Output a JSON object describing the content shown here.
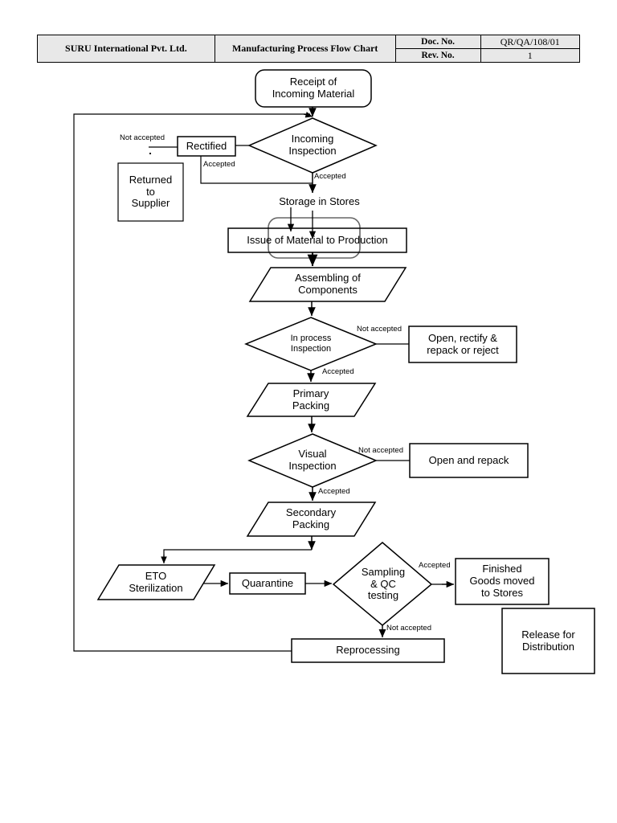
{
  "header": {
    "company": "SURU International Pvt. Ltd.",
    "document_title": "Manufacturing Process Flow Chart",
    "doc_no_label": "Doc. No.",
    "doc_no_value": "QR/QA/108/01",
    "rev_no_label": "Rev. No.",
    "rev_no_value": "1"
  },
  "flowchart": {
    "nodes": {
      "receipt": "Receipt of\nIncoming Material",
      "incoming_inspection": "Incoming\nInspection",
      "rectified": "Rectified",
      "returned_to_supplier": "Returned\nto\nSupplier",
      "storage_in_stores": "Storage in Stores",
      "issue_of_material": "Issue of Material to Production",
      "assembling": "Assembling of\nComponents",
      "in_process_inspection": "In process\nInspection",
      "open_rectify": "Open, rectify &\nrepack or reject",
      "primary_packing": "Primary\nPacking",
      "visual_inspection": "Visual\nInspection",
      "open_and_repack": "Open and repack",
      "secondary_packing": "Secondary\nPacking",
      "eto_sterilization": "ETO\nSterilization",
      "quarantine": "Quarantine",
      "sampling_qc": "Sampling\n& QC\ntesting",
      "finished_goods": "Finished\nGoods moved\nto Stores",
      "reprocessing": "Reprocessing",
      "release_for_distribution": "Release for\nDistribution"
    },
    "edge_labels": {
      "not_accepted_incoming": "Not accepted",
      "accepted_rectified": "Accepted",
      "accepted_incoming": "Accepted",
      "not_accepted_inprocess": "Not accepted",
      "accepted_inprocess": "Accepted",
      "not_accepted_visual": "Not accepted",
      "accepted_visual": "Accepted",
      "accepted_sampling": "Accepted",
      "not_accepted_sampling": "Not accepted"
    },
    "colors": {
      "stroke": "#000000",
      "stroke_grey": "#555555",
      "fill": "#ffffff",
      "header_fill": "#e8e8e8"
    }
  }
}
